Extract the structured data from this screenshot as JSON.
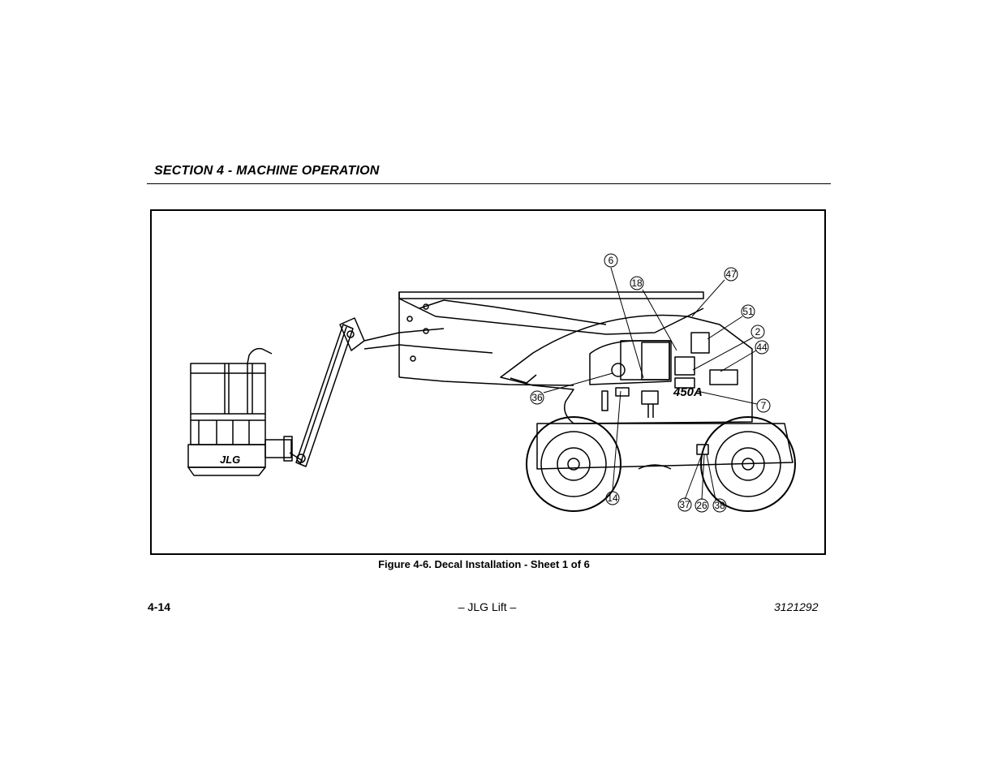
{
  "header": {
    "section_title": "SECTION 4 - MACHINE OPERATION"
  },
  "figure": {
    "caption": "Figure 4-6. Decal Installation - Sheet 1 of 6",
    "model_badge": "450A",
    "platform_logo": "JLG",
    "callouts": {
      "c6": "6",
      "c18": "18",
      "c47": "47",
      "c51": "51",
      "c2": "2",
      "c44": "44",
      "c7": "7",
      "c36": "36",
      "c14": "14",
      "c37": "37",
      "c26": "26",
      "c38": "38"
    }
  },
  "footer": {
    "page_number": "4-14",
    "center_text": "– JLG Lift –",
    "document_number": "3121292"
  }
}
